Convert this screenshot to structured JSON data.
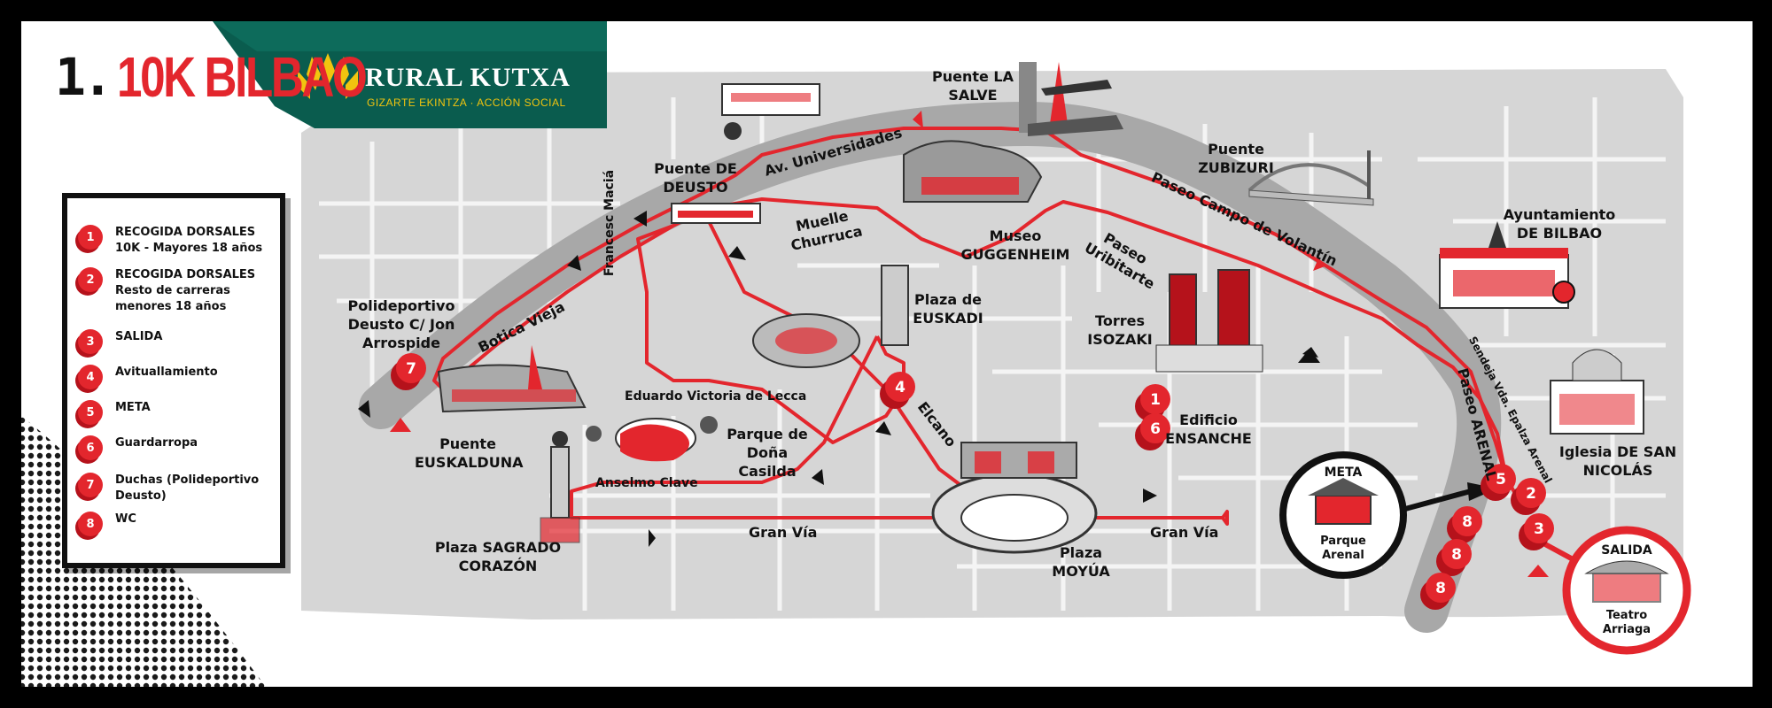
{
  "header": {
    "race_number": "1.",
    "race_title": "10K BILBAO"
  },
  "sponsor": {
    "name": "RURAL KUTXA",
    "tagline": "GIZARTE EKINTZA · ACCIÓN SOCIAL"
  },
  "legend": [
    {
      "num": "1",
      "text": "RECOGIDA DORSALES 10K - Mayores 18 años"
    },
    {
      "num": "2",
      "text": "RECOGIDA DORSALES Resto de carreras menores 18 años"
    },
    {
      "num": "3",
      "text": "SALIDA"
    },
    {
      "num": "4",
      "text": "Avituallamiento"
    },
    {
      "num": "5",
      "text": "META"
    },
    {
      "num": "6",
      "text": "Guardarropa"
    },
    {
      "num": "7",
      "text": "Duchas (Polideportivo Deusto)"
    },
    {
      "num": "8",
      "text": "WC"
    }
  ],
  "places": {
    "puente_la_salve": "Puente LA SALVE",
    "puente_zubizuri": "Puente ZUBIZURI",
    "ayuntamiento": "Ayuntamiento DE BILBAO",
    "puente_deusto": "Puente DE DEUSTO",
    "museo_guggenheim": "Museo GUGGENHEIM",
    "plaza_euskadi": "Plaza de EUSKADI",
    "torres_isozaki": "Torres ISOZAKI",
    "polideportivo": "Polideportivo Deusto C/ Jon Arrospide",
    "puente_euskalduna": "Puente EUSKALDUNA",
    "edificio_ensanche": "Edificio ENSANCHE",
    "iglesia": "Iglesia DE SAN NICOLÁS",
    "parque_casilda": "Parque de Doña Casilda",
    "plaza_sagrado": "Plaza SAGRADO CORAZÓN",
    "plaza_moyua": "Plaza MOYÚA"
  },
  "streets": {
    "av_universidades": "Av. Universidades",
    "francesc_macia": "Francesc Maciá",
    "muelle_churruca": "Muelle Churruca",
    "paseo_campo_volantin": "Paseo Campo de Volantín",
    "paseo_uribitarte": "Paseo Uribitarte",
    "botica_vieja": "Botica Vieja",
    "eduardo_victoria": "Eduardo Victoria de Lecca",
    "elcano": "Elcano",
    "anselmo_clave": "Anselmo Clave",
    "gran_via_1": "Gran Vía",
    "gran_via_2": "Gran Vía",
    "paseo_arenal": "Paseo ARENAL",
    "sendeja": "Sendeja Vda. Epalza Arenal"
  },
  "callouts": {
    "meta_label": "META",
    "meta_place": "Parque Arenal",
    "salida_label": "SALIDA",
    "salida_place": "Teatro Arriaga"
  },
  "map_markers": {
    "m7": "7",
    "m4": "4",
    "m1": "1",
    "m6": "6",
    "m5": "5",
    "m2": "2",
    "m3": "3",
    "m8a": "8",
    "m8b": "8",
    "m8c": "8"
  },
  "colors": {
    "route": "#e3262d",
    "background": "#000000",
    "map_base": "#d6d6d6",
    "river": "#a8a8a8",
    "sponsor_green": "#0a5c4e",
    "sponsor_yellow": "#f1c40f"
  }
}
